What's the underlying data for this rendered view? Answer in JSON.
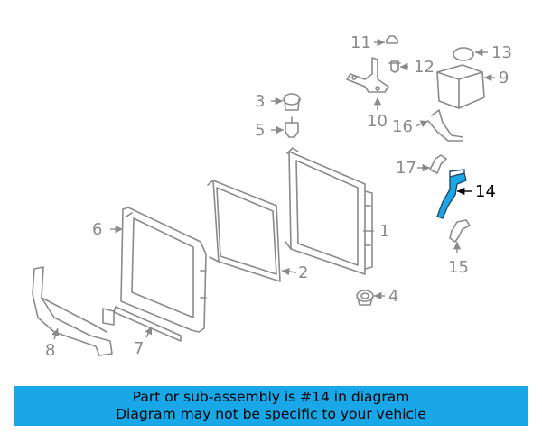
{
  "colors": {
    "line": "#8a8a8a",
    "highlight_part": "#1aa7e8",
    "highlight_label": "#000000",
    "banner_bg": "#1aa7e8",
    "banner_text": "#000000"
  },
  "callouts": {
    "c1": "1",
    "c2": "2",
    "c3": "3",
    "c4": "4",
    "c5": "5",
    "c6": "6",
    "c7": "7",
    "c8": "8",
    "c9": "9",
    "c10": "10",
    "c11": "11",
    "c12": "12",
    "c13": "13",
    "c14": "14",
    "c15": "15",
    "c16": "16",
    "c17": "17"
  },
  "highlighted_callout": "14",
  "banner": {
    "line1": "Part or sub-assembly is #14 in diagram",
    "line2": "Diagram may not be specific to your vehicle"
  }
}
